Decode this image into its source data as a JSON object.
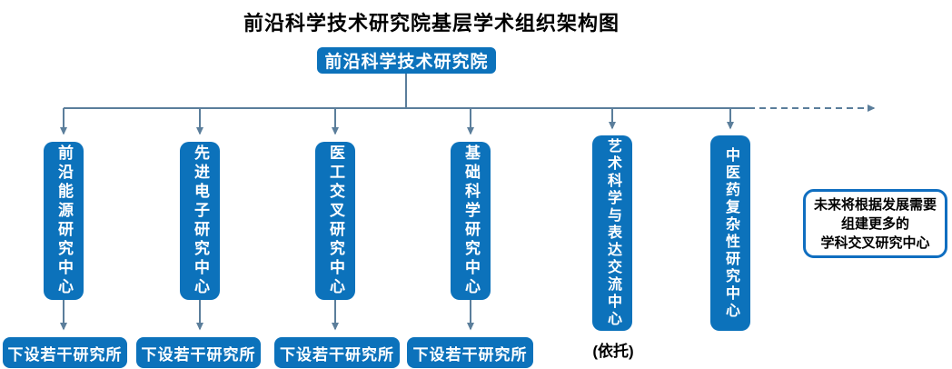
{
  "title": "前沿科学技术研究院基层学术组织架构图",
  "root": {
    "label": "前沿科学技术研究院"
  },
  "centers": [
    {
      "label": "前沿能源研究中心",
      "sub": "下设若干研究所"
    },
    {
      "label": "先进电子研究中心",
      "sub": "下设若干研究所"
    },
    {
      "label": "医工交叉研究中心",
      "sub": "下设若干研究所"
    },
    {
      "label": "基础科学研究中心",
      "sub": "下设若干研究所"
    },
    {
      "label": "艺术科学与表达交流中心",
      "note": "(依托)"
    },
    {
      "label": "中医药复杂性研究中心"
    }
  ],
  "future_note": {
    "line1": "未来将根据发展需要",
    "line2": "组建更多的",
    "line3": "学科交叉研究中心"
  },
  "colors": {
    "box_fill": "#0c72bb",
    "connector": "#5b7e9b",
    "info_border": "#0f6ec0",
    "box_text": "#ffffff",
    "title_text": "#000000"
  }
}
